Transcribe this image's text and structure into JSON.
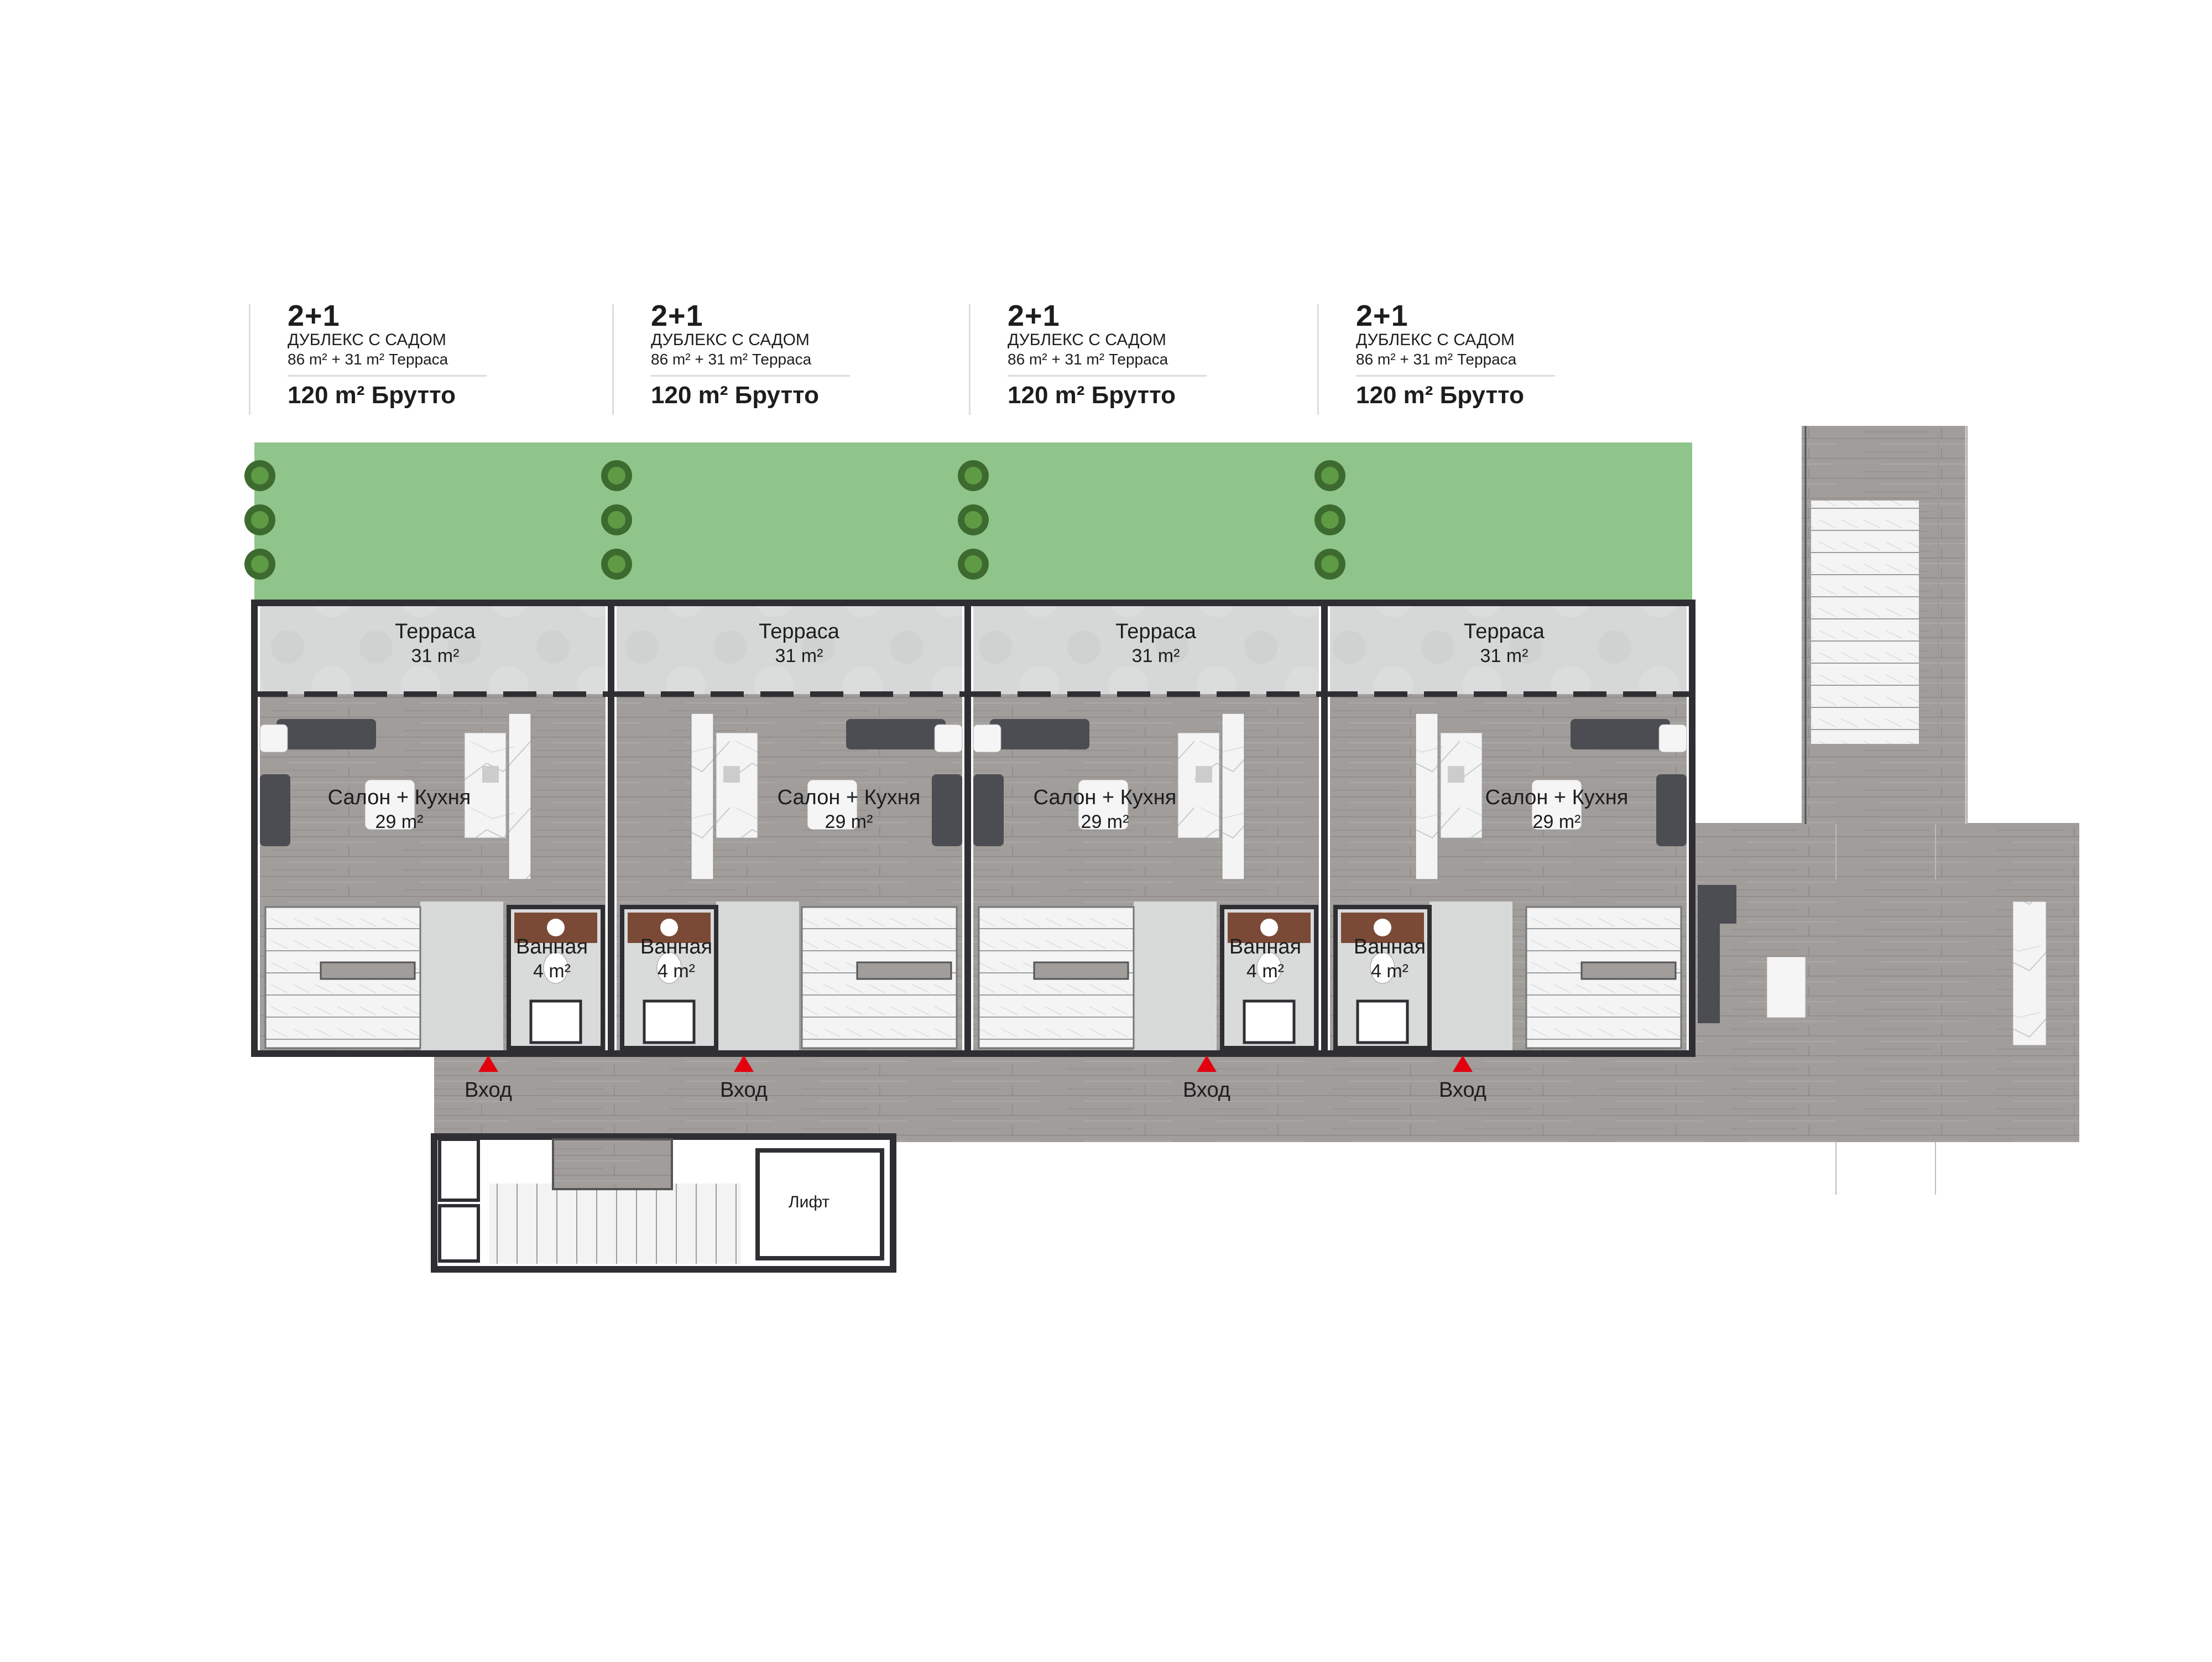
{
  "colors": {
    "garden": "#8fc58a",
    "terrace": "#d6d9d8",
    "wood": "#9d9a98",
    "wall": "#2f2f33",
    "furniture": "#4b4d52",
    "marble": "#f4f5f4",
    "vanity": "#7a4a36",
    "entry_marker": "#e3000f"
  },
  "units": [
    {
      "type": "2+1",
      "subtitle": "ДУБЛЕКС С САДОМ",
      "area": "86 m² + 31 m² Терраса",
      "gross": "120 m² Брутто",
      "terrace_label": "Терраса",
      "terrace_area": "31 m²",
      "salon_label": "Салон + Кухня",
      "salon_area": "29 m²",
      "bath_label": "Ванная",
      "bath_area": "4 m²"
    },
    {
      "type": "2+1",
      "subtitle": "ДУБЛЕКС С САДОМ",
      "area": "86 m² + 31 m² Терраса",
      "gross": "120 m² Брутто",
      "terrace_label": "Терраса",
      "terrace_area": "31 m²",
      "salon_label": "Салон + Кухня",
      "salon_area": "29 m²",
      "bath_label": "Ванная",
      "bath_area": "4 m²"
    },
    {
      "type": "2+1",
      "subtitle": "ДУБЛЕКС С САДОМ",
      "area": "86 m² + 31 m² Терраса",
      "gross": "120 m² Брутто",
      "terrace_label": "Терраса",
      "terrace_area": "31 m²",
      "salon_label": "Салон + Кухня",
      "salon_area": "29 m²",
      "bath_label": "Ванная",
      "bath_area": "4 m²"
    },
    {
      "type": "2+1",
      "subtitle": "ДУБЛЕКС С САДОМ",
      "area": "86 m² + 31 m² Терраса",
      "gross": "120 m² Брутто",
      "terrace_label": "Терраса",
      "terrace_area": "31 m²",
      "salon_label": "Салон + Кухня",
      "salon_area": "29 m²",
      "bath_label": "Ванная",
      "bath_area": "4 m²"
    }
  ],
  "entrances": [
    "Вход",
    "Вход",
    "Вход",
    "Вход"
  ],
  "lift_label": "Лифт",
  "icons": {
    "entry_marker": "red-triangle-icon",
    "tree": "tree-icon",
    "staircase": "staircase-icon",
    "sofa": "sofa-icon",
    "dining_table": "dining-table-icon",
    "kitchen": "kitchen-counter-icon",
    "sink": "sink-icon",
    "toilet": "toilet-icon"
  }
}
